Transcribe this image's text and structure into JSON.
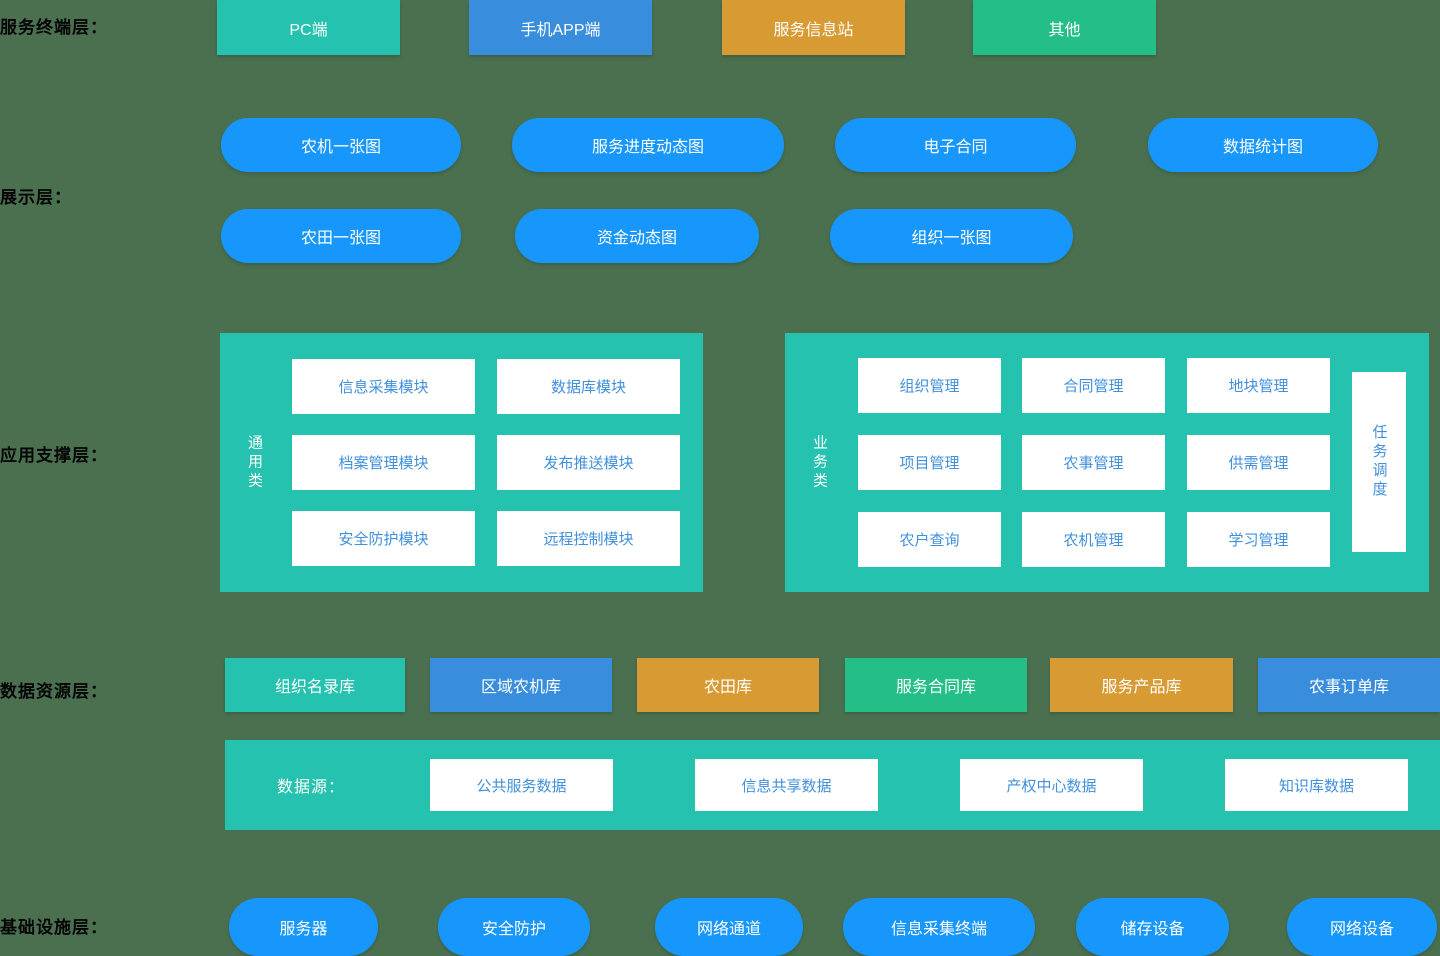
{
  "palette": {
    "background": "#4A7050",
    "teal": "#25C3AF",
    "blue": "#388EDC",
    "orange": "#D89A33",
    "green": "#24BF86",
    "azure_pill": "#1797FB",
    "white_box_text": "#4090DC",
    "label_text": "#050505"
  },
  "layers": {
    "terminal": {
      "label": "服务终端层：",
      "items": [
        {
          "label": "PC端",
          "color": "teal"
        },
        {
          "label": "手机APP端",
          "color": "blue"
        },
        {
          "label": "服务信息站",
          "color": "orange"
        },
        {
          "label": "其他",
          "color": "green"
        }
      ]
    },
    "display": {
      "label": "展示层：",
      "row1": [
        "农机一张图",
        "服务进度动态图",
        "电子合同",
        "数据统计图"
      ],
      "row2": [
        "农田一张图",
        "资金动态图",
        "组织一张图"
      ]
    },
    "app_support": {
      "label": "应用支撑层：",
      "general": {
        "category": "通用类",
        "modules": [
          "信息采集模块",
          "数据库模块",
          "档案管理模块",
          "发布推送模块",
          "安全防护模块",
          "远程控制模块"
        ]
      },
      "business": {
        "category": "业务类",
        "modules": [
          "组织管理",
          "合同管理",
          "地块管理",
          "项目管理",
          "农事管理",
          "供需管理",
          "农户查询",
          "农机管理",
          "学习管理"
        ],
        "side": "任务调度"
      }
    },
    "data_resource": {
      "label": "数据资源层：",
      "items": [
        {
          "label": "组织名录库",
          "color": "teal"
        },
        {
          "label": "区域农机库",
          "color": "blue"
        },
        {
          "label": "农田库",
          "color": "orange"
        },
        {
          "label": "服务合同库",
          "color": "green"
        },
        {
          "label": "服务产品库",
          "color": "orange"
        },
        {
          "label": "农事订单库",
          "color": "blue"
        }
      ]
    },
    "data_source": {
      "label": "数据源：",
      "items": [
        "公共服务数据",
        "信息共享数据",
        "产权中心数据",
        "知识库数据"
      ]
    },
    "infrastructure": {
      "label": "基础设施层：",
      "items": [
        "服务器",
        "安全防护",
        "网络通道",
        "信息采集终端",
        "储存设备",
        "网络设备"
      ]
    }
  }
}
